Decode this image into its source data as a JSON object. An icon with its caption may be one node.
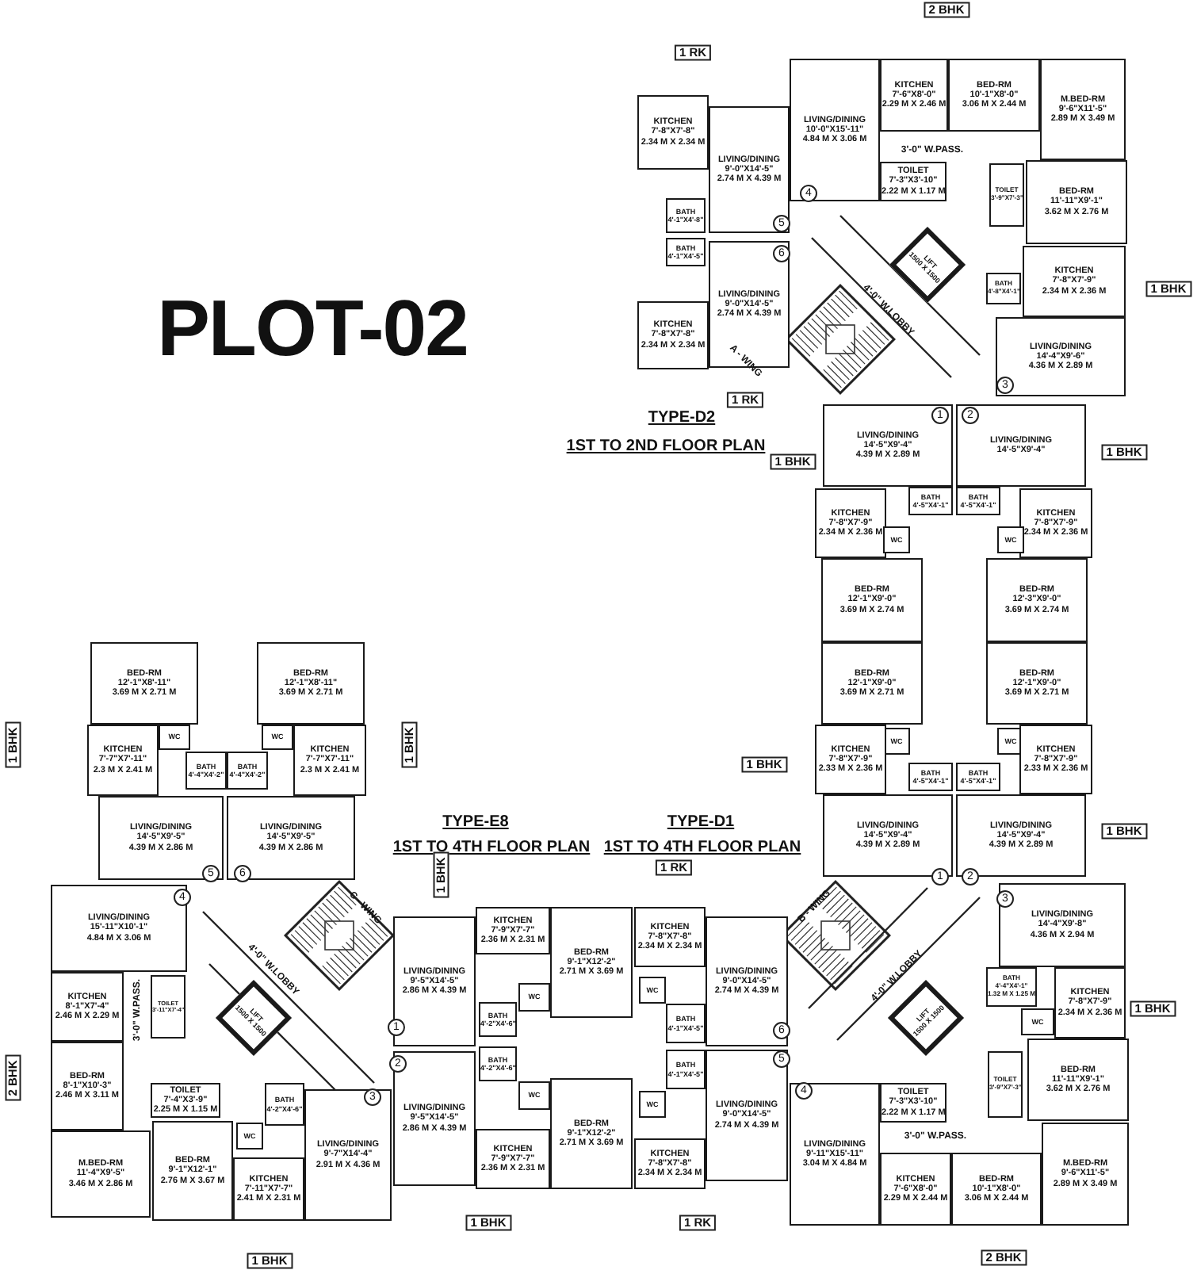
{
  "diagram": {
    "nodes": [
      {
        "text": [
          "KITCHEN",
          "7'-8\"X7'-8\"",
          "2.34 M X 2.34 M"
        ]
      },
      {
        "text": [
          "LIVING/DINING",
          "9'-0\"X14'-5\"",
          "2.74 M X 4.39 M"
        ]
      },
      {
        "text": [
          "LIVING/DINING",
          "10'-0\"X15'-11\"",
          "4.84 M X 3.06 M"
        ]
      },
      {
        "text": [
          "KITCHEN",
          "7'-6\"X8'-0\"",
          "2.29 M X 2.46 M"
        ]
      },
      {
        "text": [
          "BED-RM",
          "10'-1\"X8'-0\"",
          "3.06 M X 2.44 M"
        ]
      },
      {
        "text": [
          "M.BED-RM",
          "9'-6\"X11'-5\"",
          "2.89 M X 3.49 M"
        ]
      },
      {
        "text": [
          "TOILET",
          "7'-3\"X3'-10\"",
          "2.22 M X 1.17 M"
        ]
      },
      {
        "text": [
          "TOILET",
          "3'-9\"X7'-3\""
        ]
      },
      {
        "text": [
          "BED-RM",
          "11'-11\"X9'-1\"",
          "3.62 M X 2.76 M"
        ]
      },
      {
        "text": [
          "BATH",
          "4'-1\"X4'-8\""
        ]
      },
      {
        "text": [
          "BATH",
          "4'-1\"X4'-5\""
        ]
      },
      {
        "text": [
          "LIVING/DINING",
          "9'-0\"X14'-5\"",
          "2.74 M X 4.39 M"
        ]
      },
      {
        "text": [
          "BATH",
          "4'-8\"X4'-1\""
        ]
      },
      {
        "text": [
          "KITCHEN",
          "7'-8\"X7'-9\"",
          "2.34 M X 2.36 M"
        ]
      },
      {
        "text": [
          "KITCHEN",
          "7'-8\"X7'-8\"",
          "2.34 M X 2.34 M"
        ]
      },
      {
        "text": [
          "LIVING/DINING",
          "14'-4\"X9'-6\"",
          "4.36 M X 2.89 M"
        ]
      },
      {
        "text": [
          "LIFT",
          "1500 X 1500"
        ]
      },
      {
        "text": [
          "LIVING/DINING",
          "14'-5\"X9'-4\"",
          "4.39 M X 2.89 M"
        ]
      },
      {
        "text": [
          "LIVING/DINING",
          "14'-5\"X9'-4\""
        ]
      },
      {
        "text": [
          "BATH",
          "4'-5\"X4'-1\""
        ]
      },
      {
        "text": [
          "BATH",
          "4'-5\"X4'-1\""
        ]
      },
      {
        "text": [
          "KITCHEN",
          "7'-8\"X7'-9\"",
          "2.34 M X 2.36 M"
        ]
      },
      {
        "text": [
          "KITCHEN",
          "7'-8\"X7'-9\"",
          "2.34 M X 2.36 M"
        ]
      },
      {
        "text": [
          "WC"
        ]
      },
      {
        "text": [
          "WC"
        ]
      },
      {
        "text": [
          "BED-RM",
          "12'-1\"X9'-0\"",
          "3.69 M X 2.74 M"
        ]
      },
      {
        "text": [
          "BED-RM",
          "12'-3\"X9'-0\"",
          "3.69 M X 2.74 M"
        ]
      },
      {
        "text": [
          "BED-RM",
          "12'-1\"X9'-0\"",
          "3.69 M X 2.71 M"
        ]
      },
      {
        "text": [
          "BED-RM",
          "12'-1\"X9'-0\"",
          "3.69 M X 2.71 M"
        ]
      },
      {
        "text": [
          "WC"
        ]
      },
      {
        "text": [
          "WC"
        ]
      },
      {
        "text": [
          "KITCHEN",
          "7'-8\"X7'-9\"",
          "2.33 M X 2.36 M"
        ]
      },
      {
        "text": [
          "KITCHEN",
          "7'-8\"X7'-9\"",
          "2.33 M X 2.36 M"
        ]
      },
      {
        "text": [
          "BATH",
          "4'-5\"X4'-1\""
        ]
      },
      {
        "text": [
          "BATH",
          "4'-5\"X4'-1\""
        ]
      },
      {
        "text": [
          "LIVING/DINING",
          "14'-5\"X9'-4\"",
          "4.39 M X 2.89 M"
        ]
      },
      {
        "text": [
          "LIVING/DINING",
          "14'-5\"X9'-4\"",
          "4.39 M X 2.89 M"
        ]
      },
      {
        "text": [
          "BED-RM",
          "12'-1\"X8'-11\"",
          "3.69 M X 2.71 M"
        ]
      },
      {
        "text": [
          "BED-RM",
          "12'-1\"X8'-11\"",
          "3.69 M X 2.71 M"
        ]
      },
      {
        "text": [
          "KITCHEN",
          "7'-7\"X7'-11\"",
          "2.3 M X 2.41 M"
        ]
      },
      {
        "text": [
          "WC"
        ]
      },
      {
        "text": [
          "WC"
        ]
      },
      {
        "text": [
          "BATH",
          "4'-4\"X4'-2\""
        ]
      },
      {
        "text": [
          "BATH",
          "4'-4\"X4'-2\""
        ]
      },
      {
        "text": [
          "KITCHEN",
          "7'-7\"X7'-11\"",
          "2.3 M X 2.41 M"
        ]
      },
      {
        "text": [
          "LIVING/DINING",
          "14'-5\"X9'-5\"",
          "4.39 M X 2.86 M"
        ]
      },
      {
        "text": [
          "LIVING/DINING",
          "14'-5\"X9'-5\"",
          "4.39 M X 2.86 M"
        ]
      },
      {
        "text": [
          "LIVING/DINING",
          "15'-11\"X10'-1\"",
          "4.84 M X 3.06 M"
        ]
      },
      {
        "text": [
          "KITCHEN",
          "8'-1\"X7'-4\"",
          "2.46 M X 2.29 M"
        ]
      },
      {
        "text": [
          "TOILET",
          "3'-11\"X7'-4\""
        ]
      },
      {
        "text": [
          "BED-RM",
          "8'-1\"X10'-3\"",
          "2.46 M X 3.11 M"
        ]
      },
      {
        "text": [
          "TOILET",
          "7'-4\"X3'-9\"",
          "2.25 M X 1.15 M"
        ]
      },
      {
        "text": [
          "BATH",
          "4'-2\"X4'-6\""
        ]
      },
      {
        "text": [
          "WC"
        ]
      },
      {
        "text": [
          "LIVING/DINING",
          "9'-7\"X14'-4\"",
          "2.91 M X 4.36 M"
        ]
      },
      {
        "text": [
          "M.BED-RM",
          "11'-4\"X9'-5\"",
          "3.46 M X 2.86 M"
        ]
      },
      {
        "text": [
          "BED-RM",
          "9'-1\"X12'-1\"",
          "2.76 M X 3.67 M"
        ]
      },
      {
        "text": [
          "KITCHEN",
          "7'-11\"X7'-7\"",
          "2.41 M X 2.31 M"
        ]
      },
      {
        "text": [
          "LIFT",
          "1500 X 1500"
        ]
      },
      {
        "text": [
          "LIVING/DINING",
          "9'-5\"X14'-5\"",
          "2.86 M X 4.39 M"
        ]
      },
      {
        "text": [
          "KITCHEN",
          "7'-9\"X7'-7\"",
          "2.36 M X 2.31 M"
        ]
      },
      {
        "text": [
          "BED-RM",
          "9'-1\"X12'-2\"",
          "2.71 M X 3.69 M"
        ]
      },
      {
        "text": [
          "WC"
        ]
      },
      {
        "text": [
          "BATH",
          "4'-2\"X4'-6\""
        ]
      },
      {
        "text": [
          "BATH",
          "4'-2\"X4'-6\""
        ]
      },
      {
        "text": [
          "WC"
        ]
      },
      {
        "text": [
          "LIVING/DINING",
          "9'-5\"X14'-5\"",
          "2.86 M X 4.39 M"
        ]
      },
      {
        "text": [
          "BED-RM",
          "9'-1\"X12'-2\"",
          "2.71 M X 3.69 M"
        ]
      },
      {
        "text": [
          "KITCHEN",
          "7'-9\"X7'-7\"",
          "2.36 M X 2.31 M"
        ]
      },
      {
        "text": [
          "KITCHEN",
          "7'-8\"X7'-8\"",
          "2.34 M X 2.34 M"
        ]
      },
      {
        "text": [
          "LIVING/DINING",
          "9'-0\"X14'-5\"",
          "2.74 M X 4.39 M"
        ]
      },
      {
        "text": [
          "WC"
        ]
      },
      {
        "text": [
          "BATH",
          "4'-1\"X4'-5\""
        ]
      },
      {
        "text": [
          "BATH",
          "4'-1\"X4'-5\""
        ]
      },
      {
        "text": [
          "WC"
        ]
      },
      {
        "text": [
          "LIVING/DINING",
          "9'-0\"X14'-5\"",
          "2.74 M X 4.39 M"
        ]
      },
      {
        "text": [
          "KITCHEN",
          "7'-8\"X7'-8\"",
          "2.34 M X 2.34 M"
        ]
      },
      {
        "text": [
          "LIVING/DINING",
          "14'-4\"X9'-8\"",
          "4.36 M X 2.94 M"
        ]
      },
      {
        "text": [
          "BATH",
          "4'-4\"X4'-1\"",
          "1.32 M X 1.25 M"
        ]
      },
      {
        "text": [
          "WC"
        ]
      },
      {
        "text": [
          "KITCHEN",
          "7'-8\"X7'-9\"",
          "2.34 M X 2.36 M"
        ]
      },
      {
        "text": [
          "TOILET",
          "3'-9\"X7'-3\""
        ]
      },
      {
        "text": [
          "BED-RM",
          "11'-11\"X9'-1\"",
          "3.62 M X 2.76 M"
        ]
      },
      {
        "text": [
          "LIVING/DINING",
          "9'-11\"X15'-11\"",
          "3.04 M X 4.84 M"
        ]
      },
      {
        "text": [
          "TOILET",
          "7'-3\"X3'-10\"",
          "2.22 M X 1.17 M"
        ]
      },
      {
        "text": [
          "KITCHEN",
          "7'-6\"X8'-0\"",
          "2.29 M X 2.44 M"
        ]
      },
      {
        "text": [
          "BED-RM",
          "10'-1\"X8'-0\"",
          "3.06 M X 2.44 M"
        ]
      },
      {
        "text": [
          "M.BED-RM",
          "9'-6\"X11'-5\"",
          "2.89 M X 3.49 M"
        ]
      },
      {
        "text": [
          "LIFT",
          "1500 X 1500"
        ]
      }
    ],
    "labels": [
      "PLOT-02",
      "2 BHK",
      "1 RK",
      "1 BHK",
      "1 RK",
      "TYPE-D2",
      "1ST TO 2ND FLOOR PLAN",
      "1 BHK",
      "1 BHK",
      "1 BHK",
      "1 BHK",
      "1 BHK",
      "TYPE-E8",
      "TYPE-D1",
      "1ST TO 4TH FLOOR PLAN",
      "1ST TO 4TH FLOOR PLAN",
      "1 BHK",
      "1 RK",
      "1 BHK",
      "1 BHK",
      "2 BHK",
      "1 BHK",
      "1 RK",
      "1 BHK",
      "2 BHK",
      "A - WING",
      "4'-0\" W.LOBBY",
      "3'-0\" W.PASS.",
      "B - WING",
      "4'-0\" W.LOBBY",
      "3'-0\" W.PASS.",
      "C - WING",
      "4'-0\" W.LOBBY",
      "3'-0\" W.PASS.",
      "4",
      "5",
      "6",
      "3",
      "1",
      "2",
      "1",
      "2",
      "3",
      "6",
      "5",
      "4",
      "5",
      "6",
      "4",
      "1",
      "2",
      "3"
    ]
  }
}
